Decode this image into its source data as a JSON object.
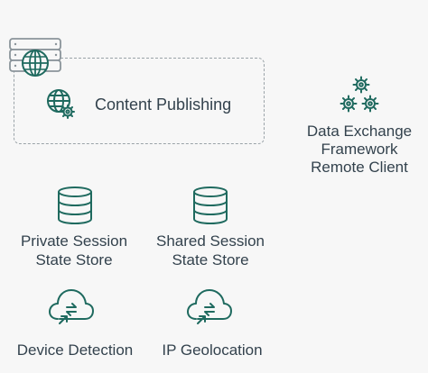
{
  "content_publishing": {
    "label": "Content Publishing"
  },
  "data_exchange": {
    "label_lines": [
      "Data Exchange",
      "Framework",
      "Remote Client"
    ]
  },
  "private_session": {
    "label_lines": [
      "Private Session",
      "State Store"
    ]
  },
  "shared_session": {
    "label_lines": [
      "Shared Session",
      "State Store"
    ]
  },
  "device_detection": {
    "label": "Device Detection"
  },
  "ip_geolocation": {
    "label": "IP Geolocation"
  },
  "icons": {
    "server_globe": "server-globe-icon",
    "globe_gear": "globe-gear-icon",
    "gears": "gears-icon",
    "database": "database-icon",
    "cloud": "cloud-exchange-icon"
  },
  "colors": {
    "icon": "#1f6a5f",
    "background": "#f7f7f7",
    "text": "#33424d"
  }
}
